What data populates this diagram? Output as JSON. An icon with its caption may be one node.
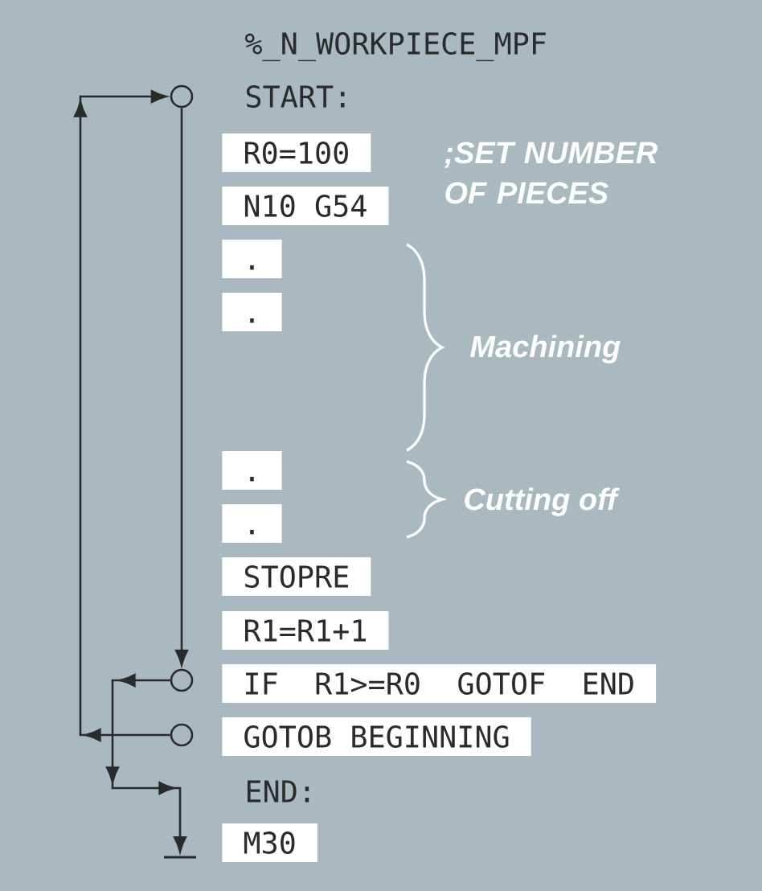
{
  "diagram": {
    "title": "%_N_WORKPIECE_MPF",
    "nodes": [
      {
        "text": [],
        "shape": "circle"
      },
      {
        "text": [
          "R0=100"
        ],
        "beside": [
          ";SET NUMBER OF PIECES"
        ]
      },
      {
        "text": [
          "N10 G54"
        ]
      },
      {
        "text": [
          "."
        ]
      },
      {
        "text": [
          "."
        ]
      },
      {
        "text": [
          "."
        ]
      },
      {
        "text": [
          "."
        ]
      },
      {
        "text": [
          "STOPRE"
        ]
      },
      {
        "text": [
          "R1=R1+1"
        ]
      },
      {
        "text": [],
        "shape": "circle"
      },
      {
        "text": [
          "IF R1>=R0 GOTOF END"
        ]
      },
      {
        "text": [],
        "shape": "circle"
      },
      {
        "text": [
          "GOTOB BEGINNING"
        ]
      },
      {
        "text": [],
        "shape": "bar"
      },
      {
        "text": [
          "M30"
        ]
      }
    ],
    "edges": [
      {
        "from": 11,
        "to": 0,
        "arrow": "to"
      },
      {
        "from": 0,
        "to": 9,
        "arrow": "to"
      },
      {
        "from": 9,
        "to": 13,
        "arrow": "to"
      }
    ],
    "labels": [
      "START:",
      "Machining",
      "Cutting off",
      "END:"
    ]
  }
}
